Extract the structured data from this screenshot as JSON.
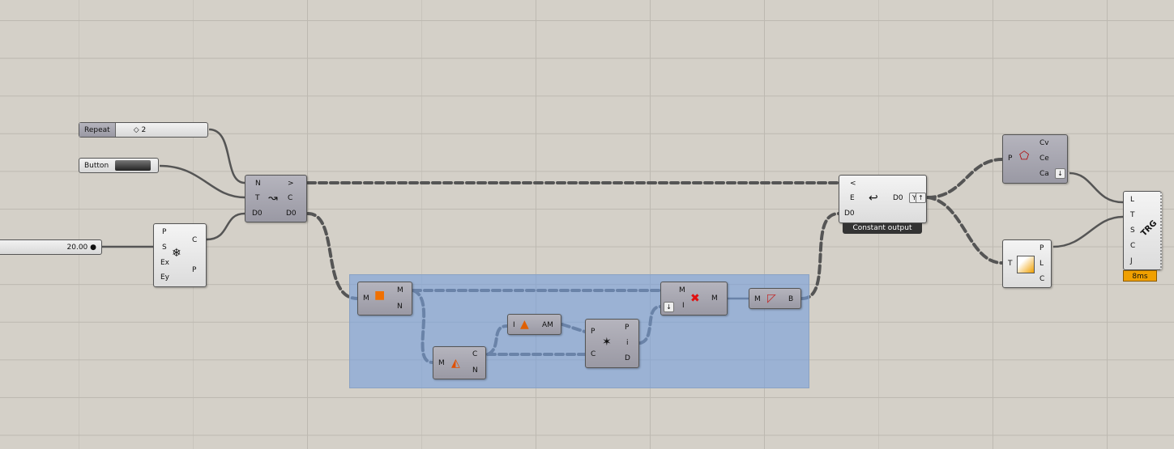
{
  "inputs": {
    "repeat_label": "Repeat",
    "repeat_value": "2",
    "button_label": "Button",
    "number_value": "20.00"
  },
  "hex": {
    "in": [
      "P",
      "S",
      "Ex",
      "Ey"
    ],
    "out": [
      "C",
      "P"
    ]
  },
  "loop_start": {
    "in": [
      "N",
      "T",
      "D0"
    ],
    "out": [
      ">",
      "C",
      "D0"
    ]
  },
  "loop_end": {
    "in": [
      "<",
      "E",
      "D0"
    ],
    "out": "D0",
    "status": "Constant output"
  },
  "c1": {
    "in": [
      "M"
    ],
    "out": [
      "M",
      "N"
    ]
  },
  "c2": {
    "in": [
      "M"
    ],
    "out": [
      "C",
      "N"
    ]
  },
  "c3": {
    "in": [
      "I"
    ],
    "out": [
      "AM"
    ]
  },
  "c4": {
    "in": [
      "P",
      "C"
    ],
    "out": [
      "P",
      "i",
      "D"
    ]
  },
  "c5": {
    "in": [
      "M",
      "I"
    ],
    "out": [
      "M"
    ]
  },
  "c6": {
    "in": [
      "M"
    ],
    "out": [
      "B"
    ]
  },
  "c7": {
    "in": [
      "P"
    ],
    "out": [
      "Cv",
      "Ce",
      "Ca"
    ]
  },
  "c8": {
    "in": [
      "T"
    ],
    "out": [
      "P",
      "L",
      "C"
    ]
  },
  "trigger": {
    "in": [
      "L",
      "T",
      "S",
      "C",
      "J"
    ],
    "icon_text": "TRG",
    "time": "8ms"
  },
  "colors": {
    "group": "#8fb0dc",
    "timer": "#f0a000"
  }
}
